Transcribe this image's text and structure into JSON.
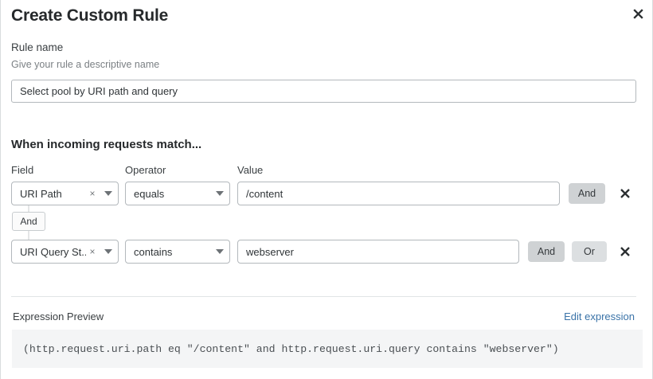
{
  "dialog": {
    "title": "Create Custom Rule",
    "close_icon": "close-icon"
  },
  "rule_name": {
    "label": "Rule name",
    "help": "Give your rule a descriptive name",
    "value": "Select pool by URI path and query",
    "placeholder": "Rule name"
  },
  "conditions": {
    "heading": "When incoming requests match...",
    "columns": {
      "field": "Field",
      "operator": "Operator",
      "value": "Value"
    },
    "connector_chip": "And",
    "rows": [
      {
        "field": "URI Path",
        "operator": "equals",
        "value": "/content",
        "clear_icon": "×",
        "logic": [
          {
            "label": "And",
            "selected": true
          }
        ],
        "remove_icon": "remove-icon"
      },
      {
        "field": "URI Query St...",
        "operator": "contains",
        "value": "webserver",
        "clear_icon": "×",
        "logic": [
          {
            "label": "And",
            "selected": true
          },
          {
            "label": "Or",
            "selected": false
          }
        ],
        "remove_icon": "remove-icon"
      }
    ]
  },
  "expression": {
    "label": "Expression Preview",
    "edit_link": "Edit expression",
    "code": "(http.request.uri.path eq \"/content\" and http.request.uri.query contains \"webserver\")"
  },
  "colors": {
    "link": "#3a73a8",
    "code_bg": "#f4f5f6",
    "button_active": "#cfd2d4",
    "button_inactive": "#dcdfe1",
    "border": "#b3b8bc"
  }
}
